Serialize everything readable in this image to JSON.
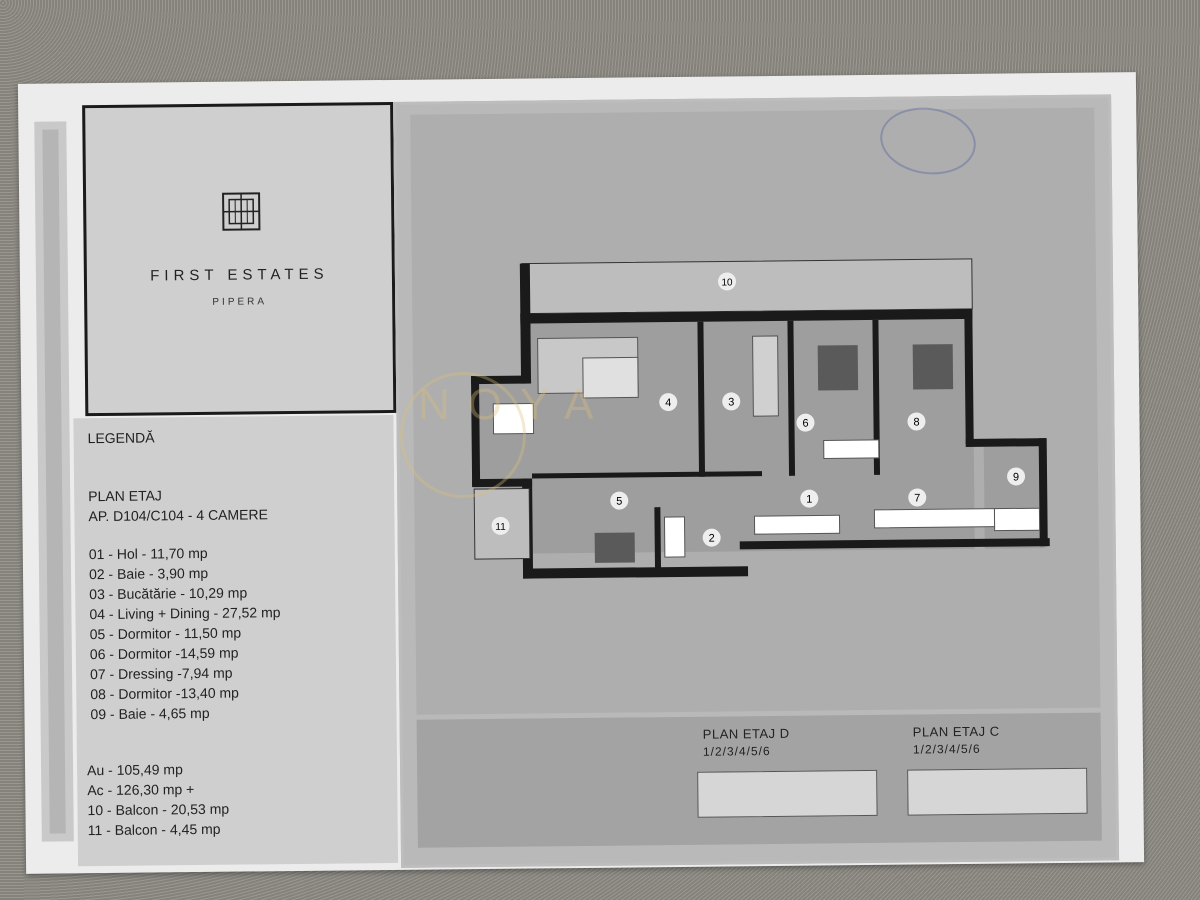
{
  "brand": {
    "name": "FIRST ESTATES",
    "sub": "PIPERA"
  },
  "legend": {
    "title": "LEGENDĂ",
    "plan_label": "PLAN ETAJ",
    "apartment": "AP. D104/C104 - 4 CAMERE",
    "rooms": [
      "01 - Hol - 11,70 mp",
      "02 - Baie - 3,90 mp",
      "03 - Bucătărie - 10,29 mp",
      "04 - Living + Dining - 27,52 mp",
      "05 - Dormitor - 11,50 mp",
      "06 - Dormitor -14,59 mp",
      "07 - Dressing -7,94 mp",
      "08 - Dormitor -13,40 mp",
      "09 - Baie - 4,65 mp"
    ],
    "areas": [
      "Au - 105,49 mp",
      "Ac - 126,30 mp +",
      "10 - Balcon - 20,53 mp",
      "11 - Balcon - 4,45 mp"
    ]
  },
  "plan_numbers": [
    "1",
    "2",
    "3",
    "4",
    "5",
    "6",
    "7",
    "8",
    "9",
    "10",
    "11"
  ],
  "mini_plans": [
    {
      "title": "PLAN ETAJ D",
      "floors": "1/2/3/4/5/6"
    },
    {
      "title": "PLAN ETAJ C",
      "floors": "1/2/3/4/5/6"
    }
  ],
  "watermark": "NOYA",
  "colors": {
    "paper": "#ececec",
    "plan_bg": "#aeaeae",
    "wall": "#1a1a1a",
    "floor": "#9e9e9e"
  }
}
